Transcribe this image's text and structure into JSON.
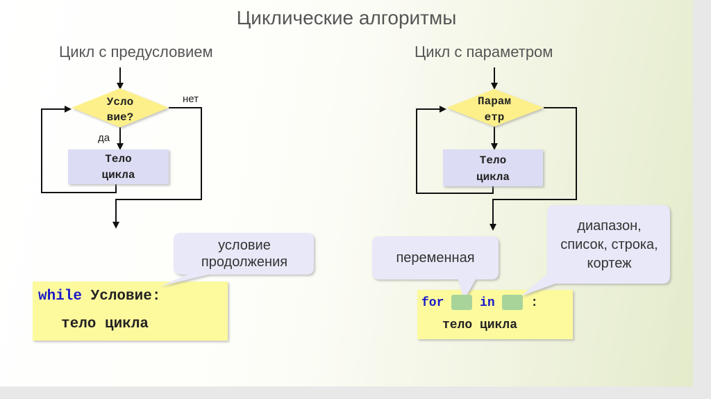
{
  "title": "Циклические алгоритмы",
  "left": {
    "heading": "Цикл с предусловием",
    "condition_line1": "Усло",
    "condition_line2": "вие?",
    "no_label": "нет",
    "yes_label": "да",
    "body_line1": "Тело",
    "body_line2": "цикла",
    "callout": "условие продолжения",
    "code_keyword": "while",
    "code_condition": "Условие:",
    "code_body": "тело цикла"
  },
  "right": {
    "heading": "Цикл с параметром",
    "param_line1": "Парам",
    "param_line2": "етр",
    "body_line1": "Тело",
    "body_line2": "цикла",
    "callout_variable": "переменная",
    "callout_range": "диапазон, список, строка, кортеж",
    "code_for": "for",
    "code_in": "in",
    "code_colon": ":",
    "code_body": "тело цикла"
  },
  "colors": {
    "diamond": "#fdf08a",
    "body_box": "#dcdcf4",
    "code_box": "#fdfa9e",
    "callout": "#e8e8f8",
    "keyword": "#1a1ac8",
    "slot": "#a8d49a"
  }
}
